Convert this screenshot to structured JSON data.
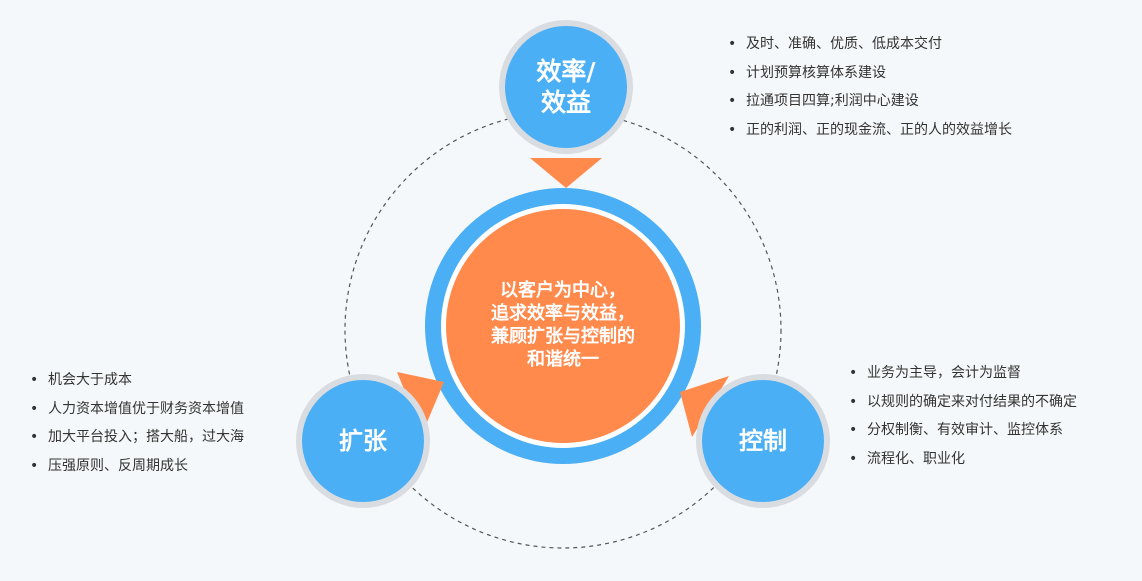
{
  "colors": {
    "node_blue": "#4aaff5",
    "node_ring": "#d9dde2",
    "center_ring": "#4aaff5",
    "center_fill": "#ff8a4c",
    "arrow": "#ff8a4c",
    "dashed_circle": "#555555",
    "text_dark": "#333333"
  },
  "nodes": {
    "top": {
      "line1": "效率/",
      "line2": "效益"
    },
    "left": {
      "label": "扩张"
    },
    "right": {
      "label": "控制"
    }
  },
  "center": {
    "line1": "以客户为中心，",
    "line2": "追求效率与效益，",
    "line3": "兼顾扩张与控制的",
    "line4": "和谐统一"
  },
  "bullets": {
    "top": [
      "及时、准确、优质、低成本交付",
      "计划预算核算体系建设",
      "拉通项目四算;利润中心建设",
      "正的利润、正的现金流、正的人的效益增长"
    ],
    "left": [
      "机会大于成本",
      "人力资本增值优于财务资本增值",
      "加大平台投入；搭大船，过大海",
      "压强原则、反周期成长"
    ],
    "right": [
      "业务为主导，会计为监督",
      "以规则的确定来对付结果的不确定",
      "分权制衡、有效审计、监控体系",
      "流程化、职业化"
    ]
  }
}
